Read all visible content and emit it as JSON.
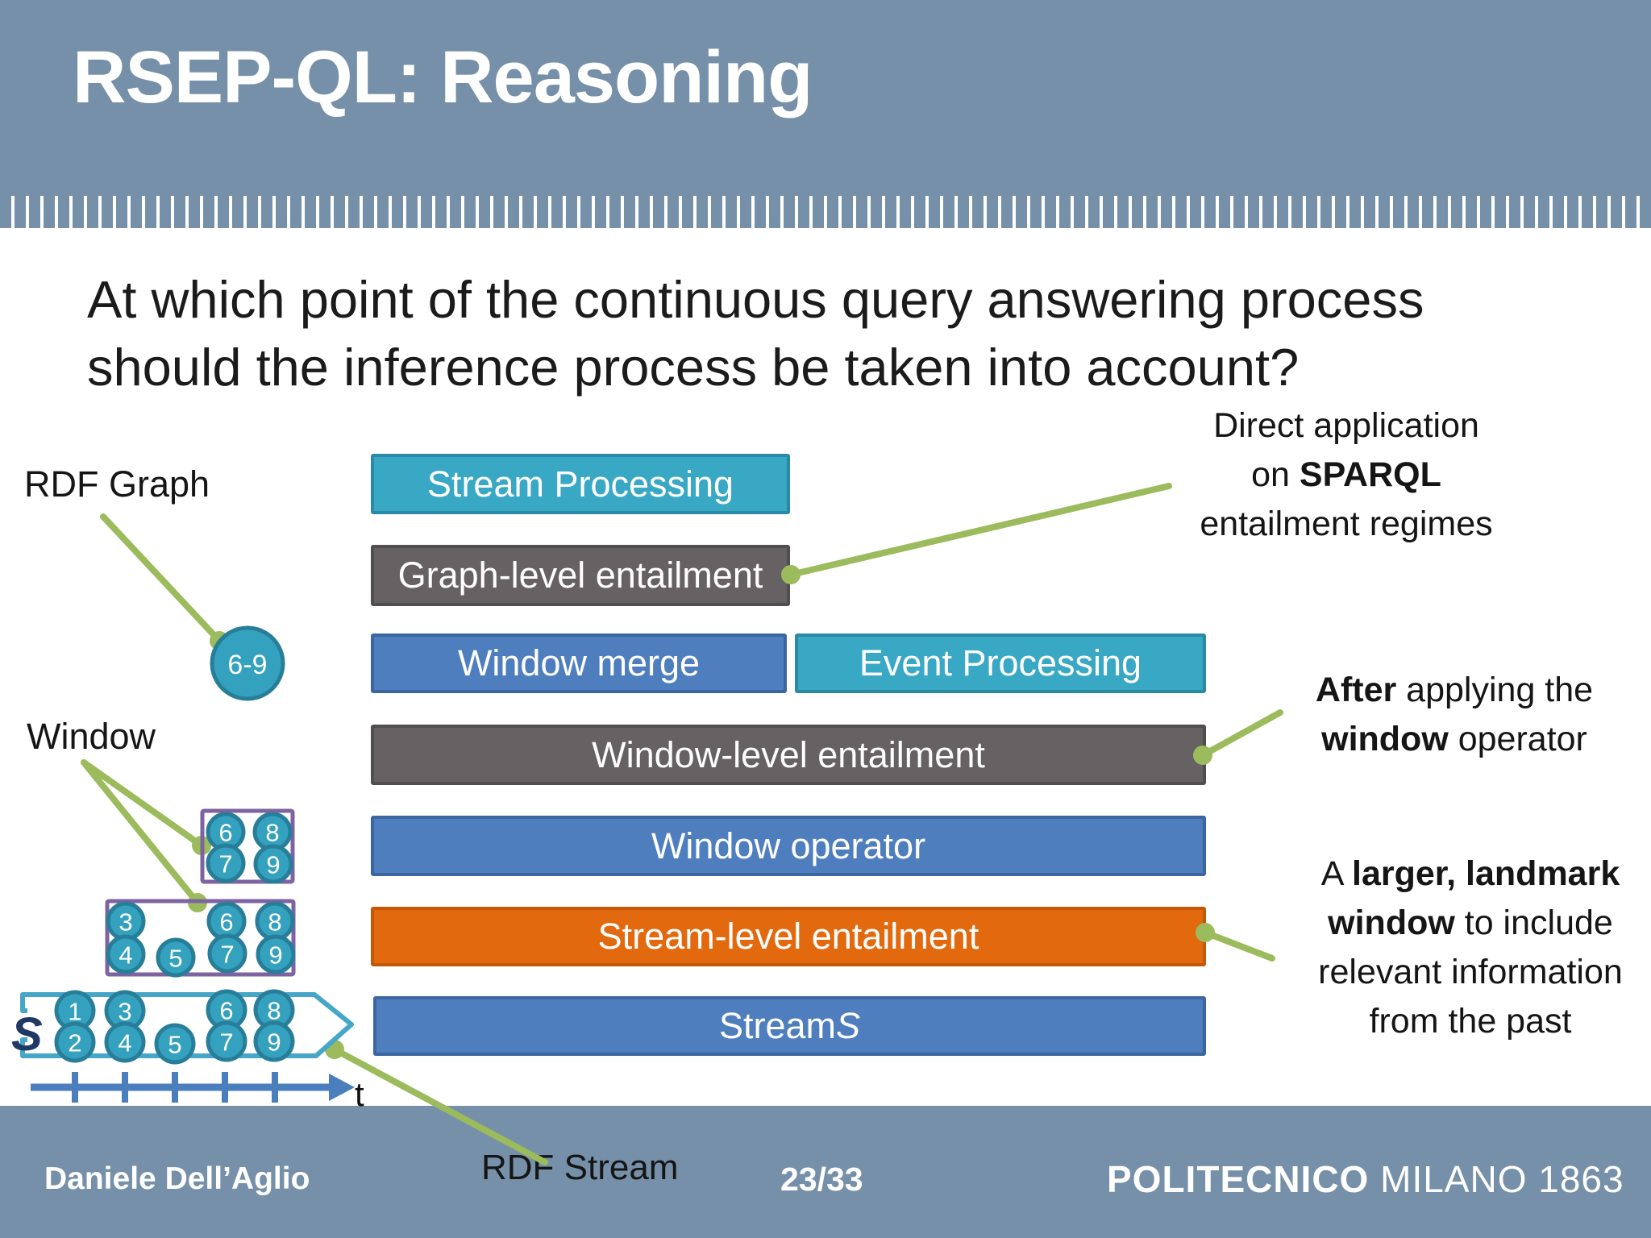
{
  "slide": {
    "title": "RSEP-QL: Reasoning",
    "question_line1": "At which point of the continuous query answering process",
    "question_line2": "should the inference process be taken into account?"
  },
  "stack": {
    "stream_processing": "Stream Processing",
    "graph_level_entailment": "Graph-level entailment",
    "window_merge": "Window merge",
    "event_processing": "Event Processing",
    "window_level_entailment": "Window-level entailment",
    "window_operator": "Window operator",
    "stream_level_entailment": "Stream-level entailment",
    "stream_prefix": "Stream ",
    "stream_var": "S"
  },
  "annotations": {
    "direct": {
      "line1": "Direct application",
      "line2_pre": "on ",
      "line2_bold": "SPARQL",
      "line3": "entailment regimes"
    },
    "after": {
      "line1_bold": "After",
      "line1_rest": " applying the",
      "line2_bold": "window",
      "line2_rest": " operator"
    },
    "landmark": {
      "line1_pre": "A ",
      "line1_bold": "larger, landmark",
      "line2_bold": "window",
      "line2_rest": " to include",
      "line3": "relevant information",
      "line4": "from the past"
    }
  },
  "left_diagram": {
    "rdf_graph_label": "RDF Graph",
    "window_label": "Window",
    "rdf_stream_label": "RDF Stream",
    "graph_node_label": "6-9",
    "stream_symbol": "S",
    "time_axis_label": "t",
    "window1_nodes": [
      "6",
      "7",
      "8",
      "9"
    ],
    "window2_nodes": [
      "3",
      "4",
      "5",
      "6",
      "7",
      "8",
      "9"
    ],
    "stream_nodes": [
      "1",
      "2",
      "3",
      "4",
      "5",
      "6",
      "7",
      "8",
      "9"
    ]
  },
  "footer": {
    "author": "Daniele Dell’Aglio",
    "page_number": "23/33",
    "logo_bold": "POLITECNICO",
    "logo_light": " MILANO 1863"
  },
  "colors": {
    "header_bg": "#7590A8",
    "teal_box": "#38A8C4",
    "gray_box": "#666263",
    "blue_box": "#4E7EBE",
    "orange_box": "#E2690E",
    "green_connector": "#9CBB5C",
    "purple_window_border": "#7E63A1",
    "node_fill": "#34A1BF",
    "node_ring": "#287E98",
    "timeline_blue": "#4A7EBC",
    "stream_outline": "#45A6C8",
    "stream_symbol_navy": "#1F3864"
  }
}
